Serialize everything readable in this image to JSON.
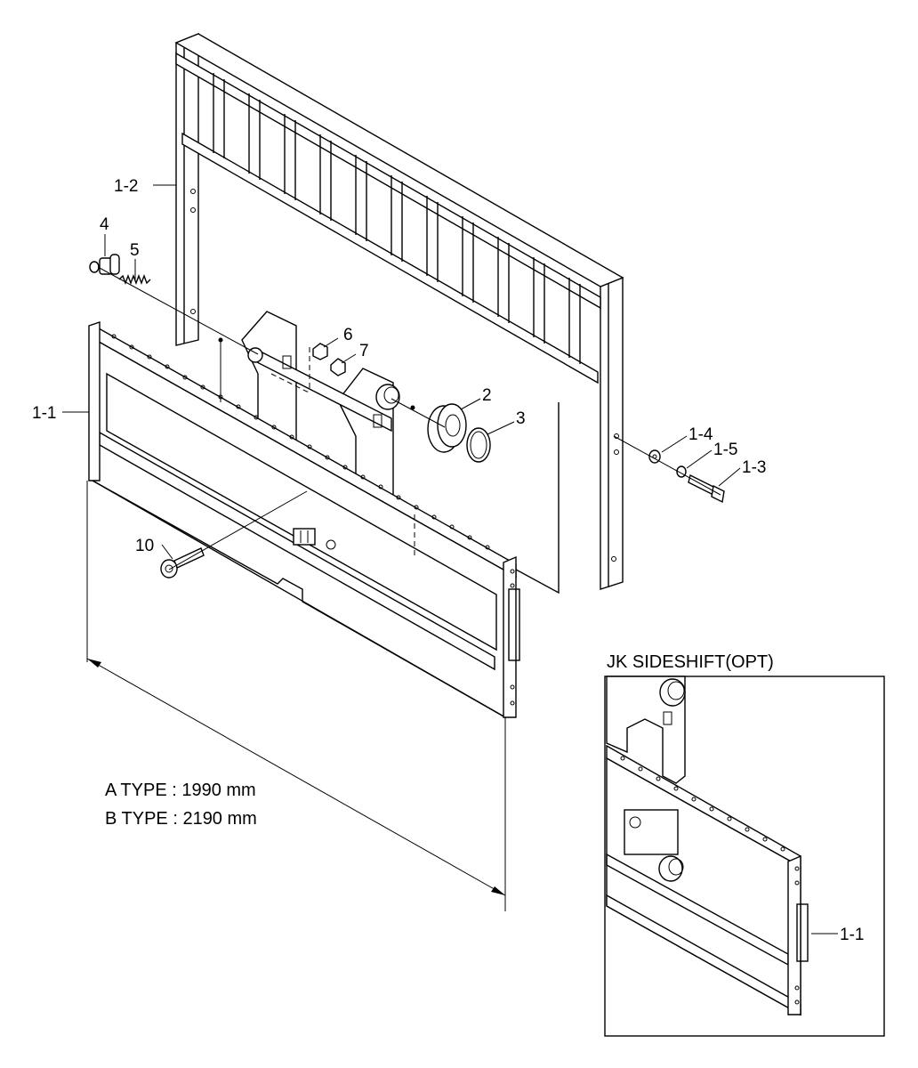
{
  "callouts": {
    "c1_1": "1-1",
    "c1_2": "1-2",
    "c1_3": "1-3",
    "c1_4": "1-4",
    "c1_5": "1-5",
    "c2": "2",
    "c3": "3",
    "c4": "4",
    "c5": "5",
    "c6": "6",
    "c7": "7",
    "c10": "10",
    "inset_1_1": "1-1"
  },
  "dimensions": {
    "a_type": "A TYPE : 1990 mm",
    "b_type": "B TYPE : 2190 mm"
  },
  "inset": {
    "title": "JK SIDESHIFT(OPT)"
  }
}
